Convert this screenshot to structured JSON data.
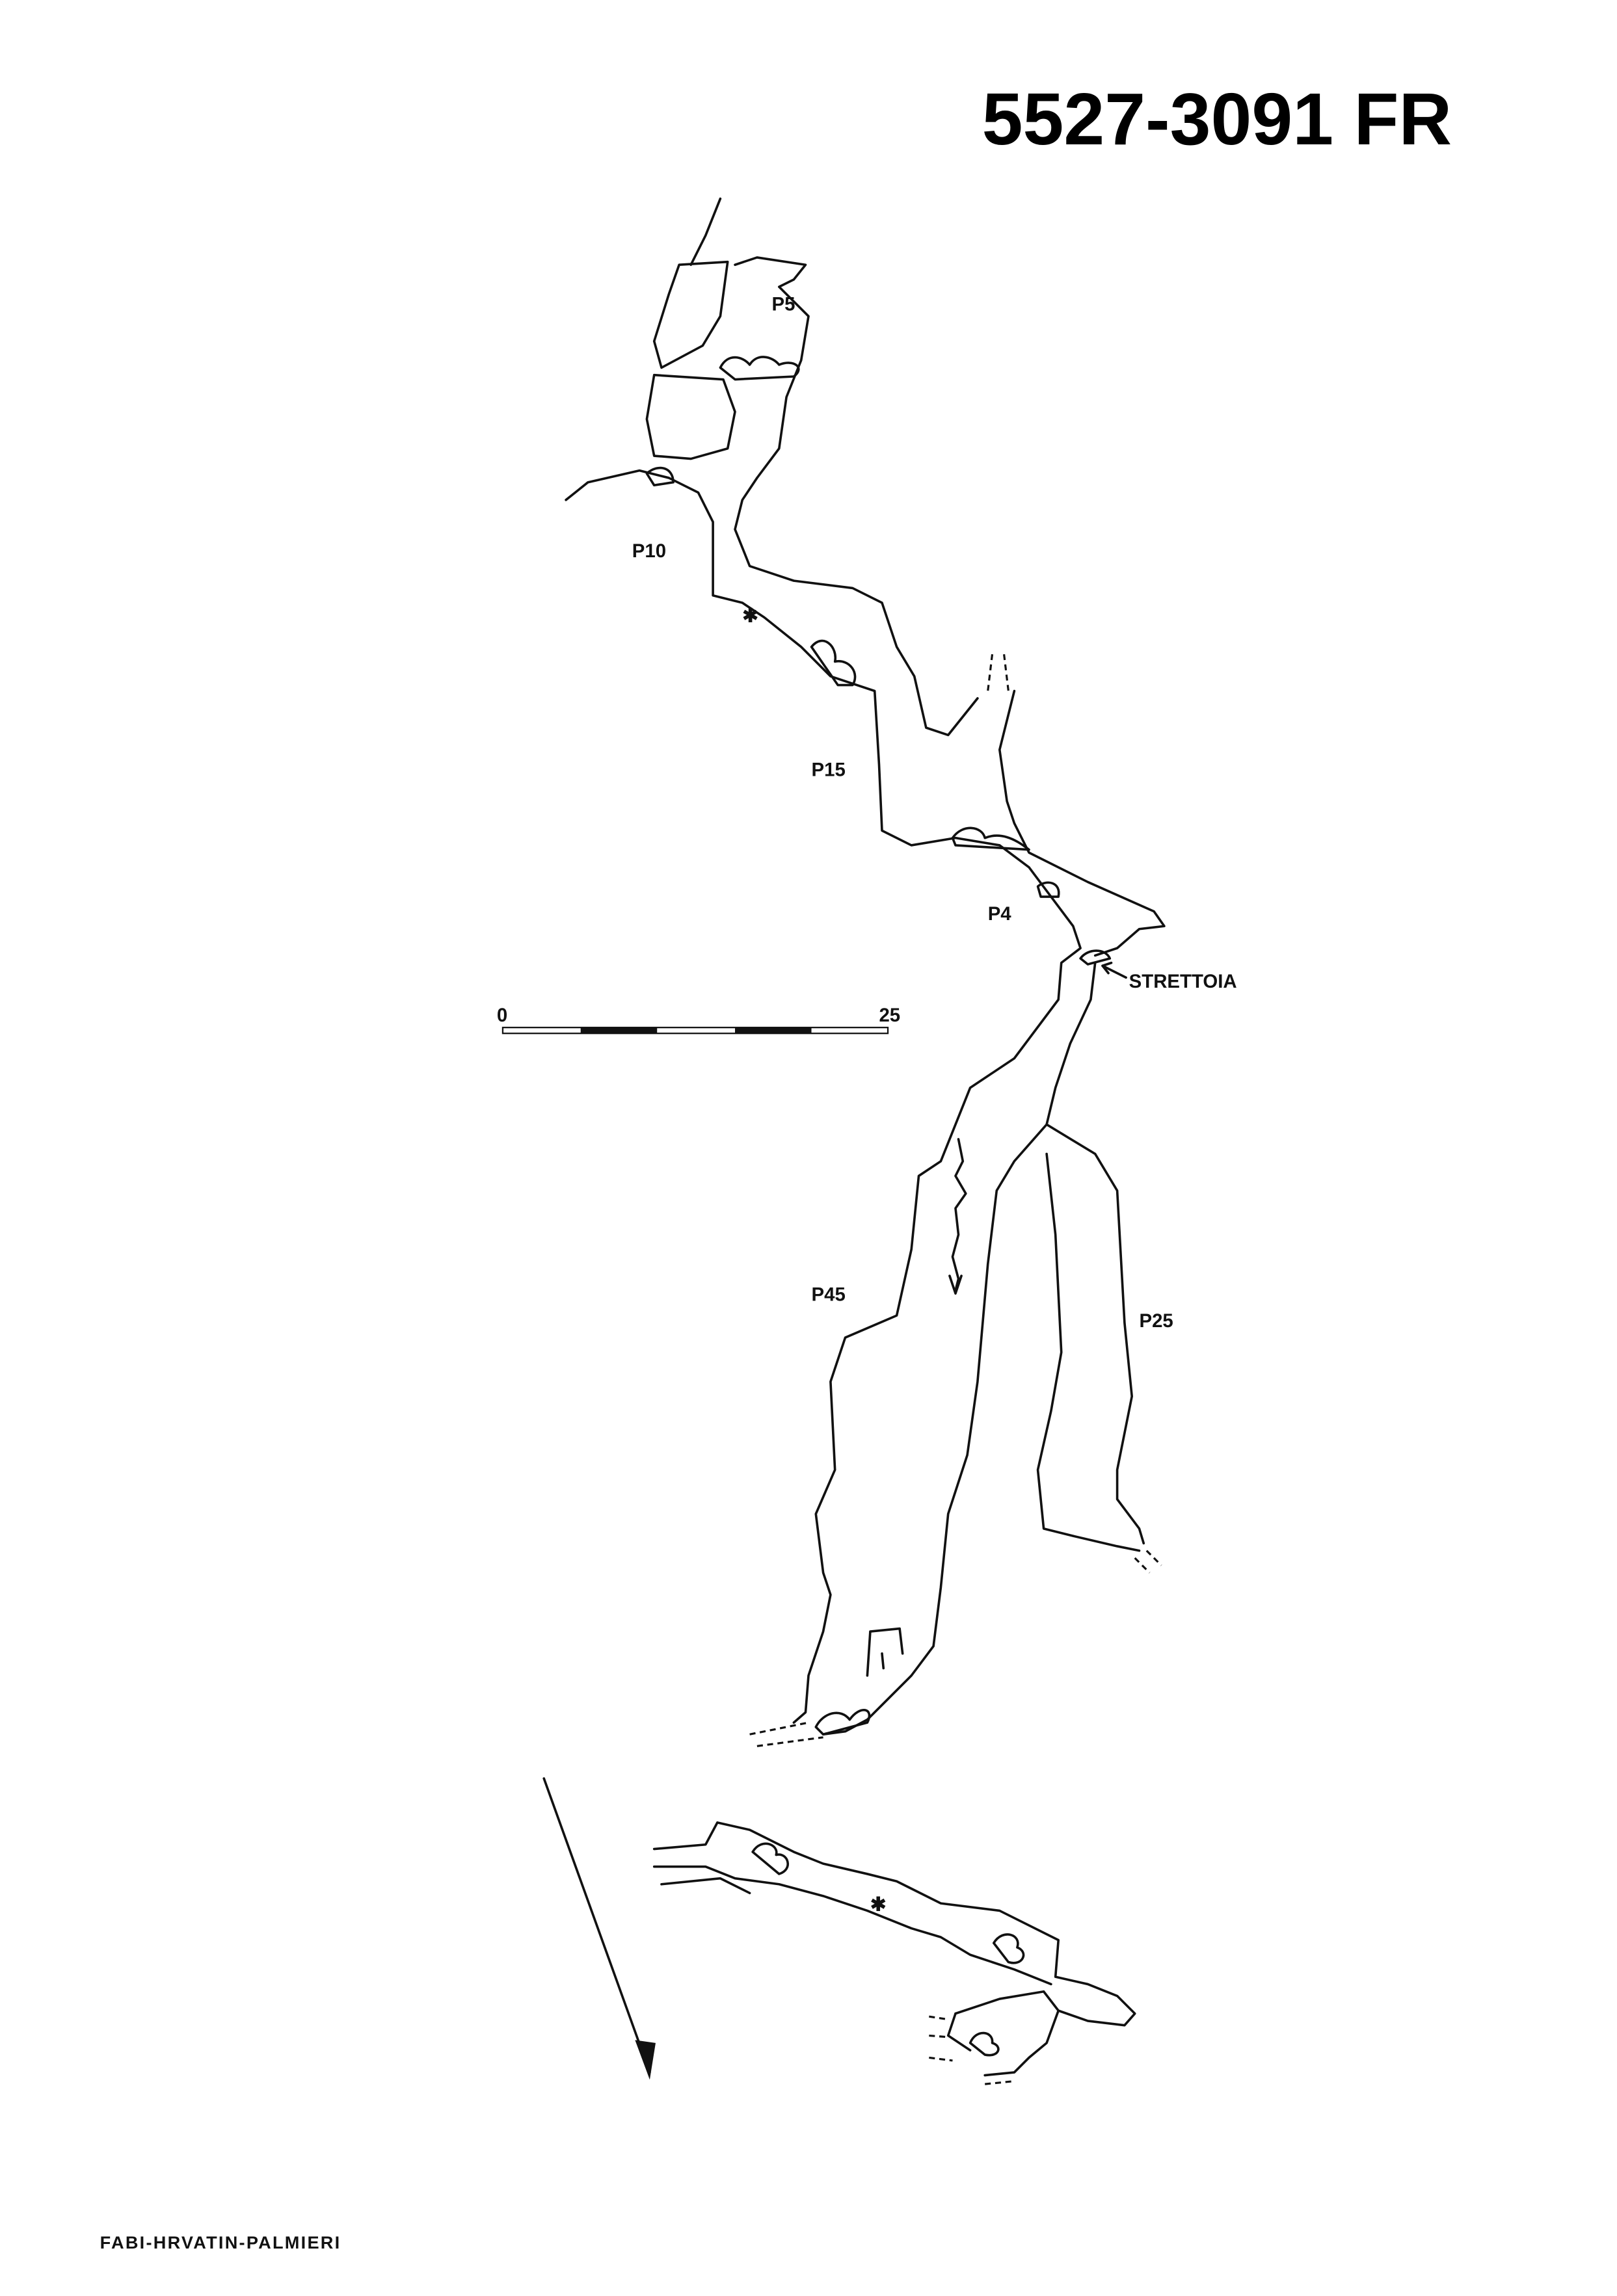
{
  "title": "5527-3091 FR",
  "labels": {
    "p5": "P5",
    "p10": "P10",
    "p15": "P15",
    "p4": "P4",
    "strettoia": "STRETTOIA",
    "p45": "P45",
    "p25": "P25"
  },
  "scale_bar": {
    "start": "0",
    "end": "25"
  },
  "authors": "FABI-HRVATIN-PALMIERI"
}
